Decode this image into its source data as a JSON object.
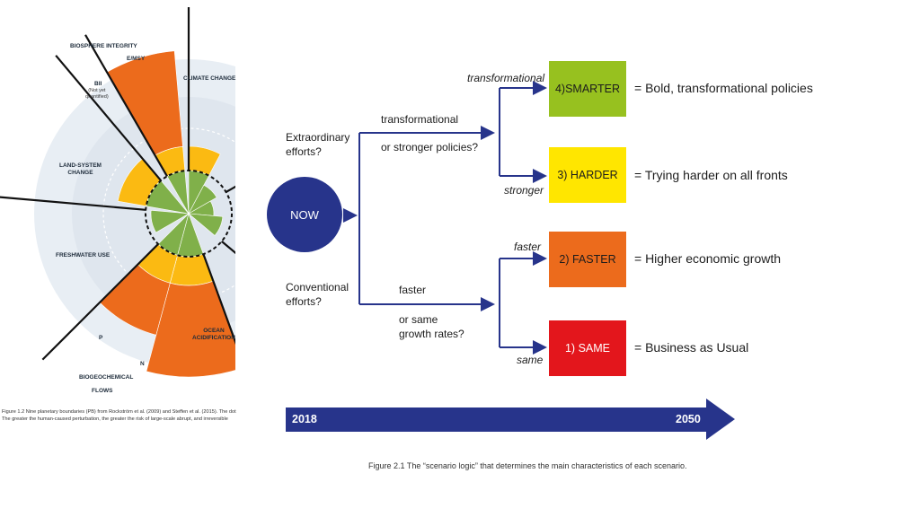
{
  "left_figure": {
    "labels": {
      "biosphere": "BIOSPHERE INTEGRITY",
      "emsy": "E/MSY",
      "bii": "BII",
      "not_quantified": "(Not yet\nquantified)",
      "climate": "CLIMATE CHANGE",
      "land_system": "LAND-SYSTEM\nCHANGE",
      "freshwater": "FRESHWATER USE",
      "p": "P",
      "n": "N",
      "ocean": "OCEAN\nACIDIFICATION",
      "biogeochemical": "BIOGEOCHEMICAL",
      "flows": "FLOWS"
    },
    "caption_line1": "Figure 1.2 Nine planetary boundaries (PB) from Rockström et al. (2009) and Steffen et al. (2015). The dot",
    "caption_line2": "The greater the human-caused perturbation, the greater the risk of large-scale abrupt, and irreversible",
    "colors": {
      "orange": "#ec6b1c",
      "yellow": "#fbba12",
      "green": "#80b04a",
      "globe": "#e6ecf2"
    }
  },
  "diagram": {
    "now_label": "NOW",
    "upper_question": "Extraordinary\nefforts?",
    "lower_question": "Conventional\nefforts?",
    "upper_branch_top": "transformational",
    "upper_branch_bottom": "or stronger policies?",
    "lower_branch_top": "faster",
    "lower_branch_bottom": "or same\ngrowth rates?",
    "tags": {
      "transformational": "transformational",
      "stronger": "stronger",
      "faster": "faster",
      "same": "same"
    },
    "boxes": [
      {
        "label": "4)SMARTER",
        "desc": "= Bold, transformational policies",
        "color": "#97c11f"
      },
      {
        "label": "3) HARDER",
        "desc": "= Trying harder on all fronts",
        "color": "#ffe600"
      },
      {
        "label": "2) FASTER",
        "desc": "= Higher economic growth",
        "color": "#ec6b1c"
      },
      {
        "label": "1) SAME",
        "desc": "= Business as Usual",
        "color": "#e3161c"
      }
    ],
    "timeline": {
      "start": "2018",
      "end": "2050",
      "color": "#27348b"
    },
    "caption": "Figure 2.1 The “scenario logic” that determines the main characteristics of each scenario."
  }
}
